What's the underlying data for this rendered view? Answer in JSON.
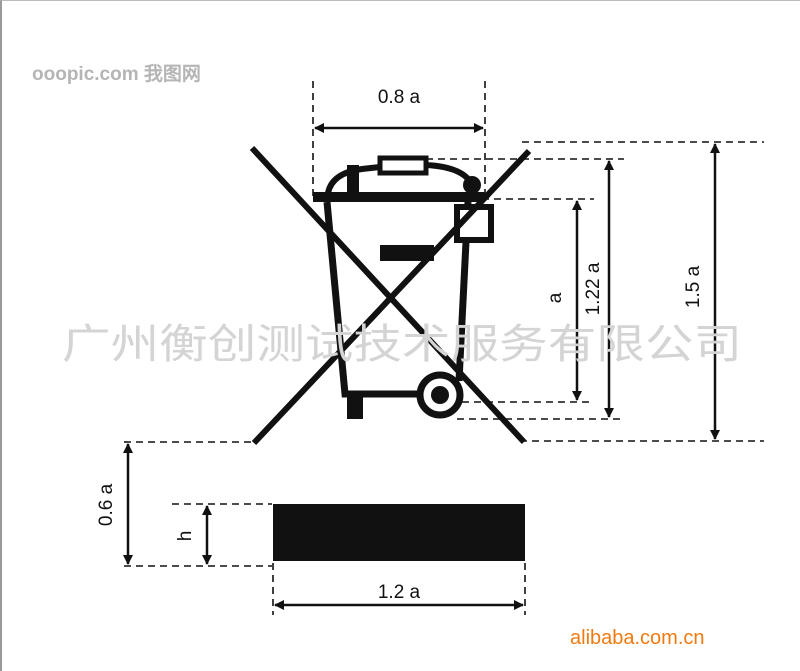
{
  "watermarks": {
    "top_left": "ooopic.com 我图网",
    "center": "广州衡创测试技术服务有限公司",
    "bottom_right": "alibaba.com.cn"
  },
  "dimensions": {
    "symbol_width": "0.8 a",
    "bin_height": "a",
    "bin_with_lid_height": "1.22 a",
    "total_height": "1.5 a",
    "gap": "0.6 a",
    "bar_height": "h",
    "bar_width": "1.2 a"
  },
  "colors": {
    "ink": "#111111",
    "watermark": "#d4d4d4",
    "alibaba": "#f07a10"
  }
}
